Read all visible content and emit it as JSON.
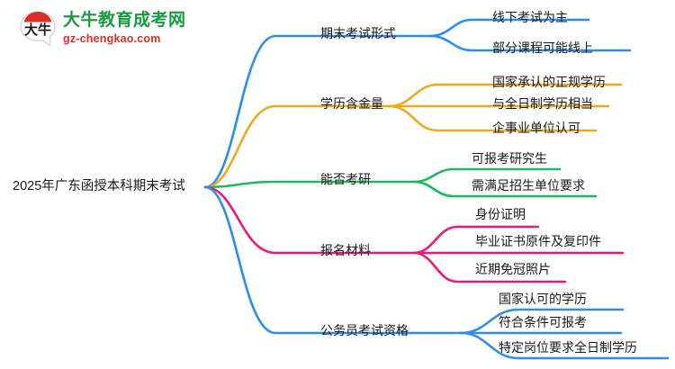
{
  "logo": {
    "mark_text": "大牛",
    "brand_cn": "大牛教育成考网",
    "brand_en": "gz-chengkao.com",
    "brand_cn_color": "#169b3f",
    "brand_en_color": "#d93025",
    "mark_color": "#d93025"
  },
  "mindmap": {
    "root": "2025年广东函授本科期末考试",
    "branches": [
      {
        "label": "期末考试形式",
        "color": "#2b8ef0",
        "children": [
          "线下考试为主",
          "部分课程可能线上"
        ]
      },
      {
        "label": "学历含金量",
        "color": "#f0a91b",
        "children": [
          "国家承认的正规学历",
          "与全日制学历相当",
          "企事业单位认可"
        ]
      },
      {
        "label": "能否考研",
        "color": "#18bb63",
        "children": [
          "可报考研究生",
          "需满足招生单位要求"
        ]
      },
      {
        "label": "报名材料",
        "color": "#ec1a77",
        "children": [
          "身份证明",
          "毕业证书原件及复印件",
          "近期免冠照片"
        ]
      },
      {
        "label": "公务员考试资格",
        "color": "#2b8ef0",
        "children": [
          "国家认可的学历",
          "符合条件可报考",
          "特定岗位要求全日制学历"
        ]
      }
    ]
  }
}
